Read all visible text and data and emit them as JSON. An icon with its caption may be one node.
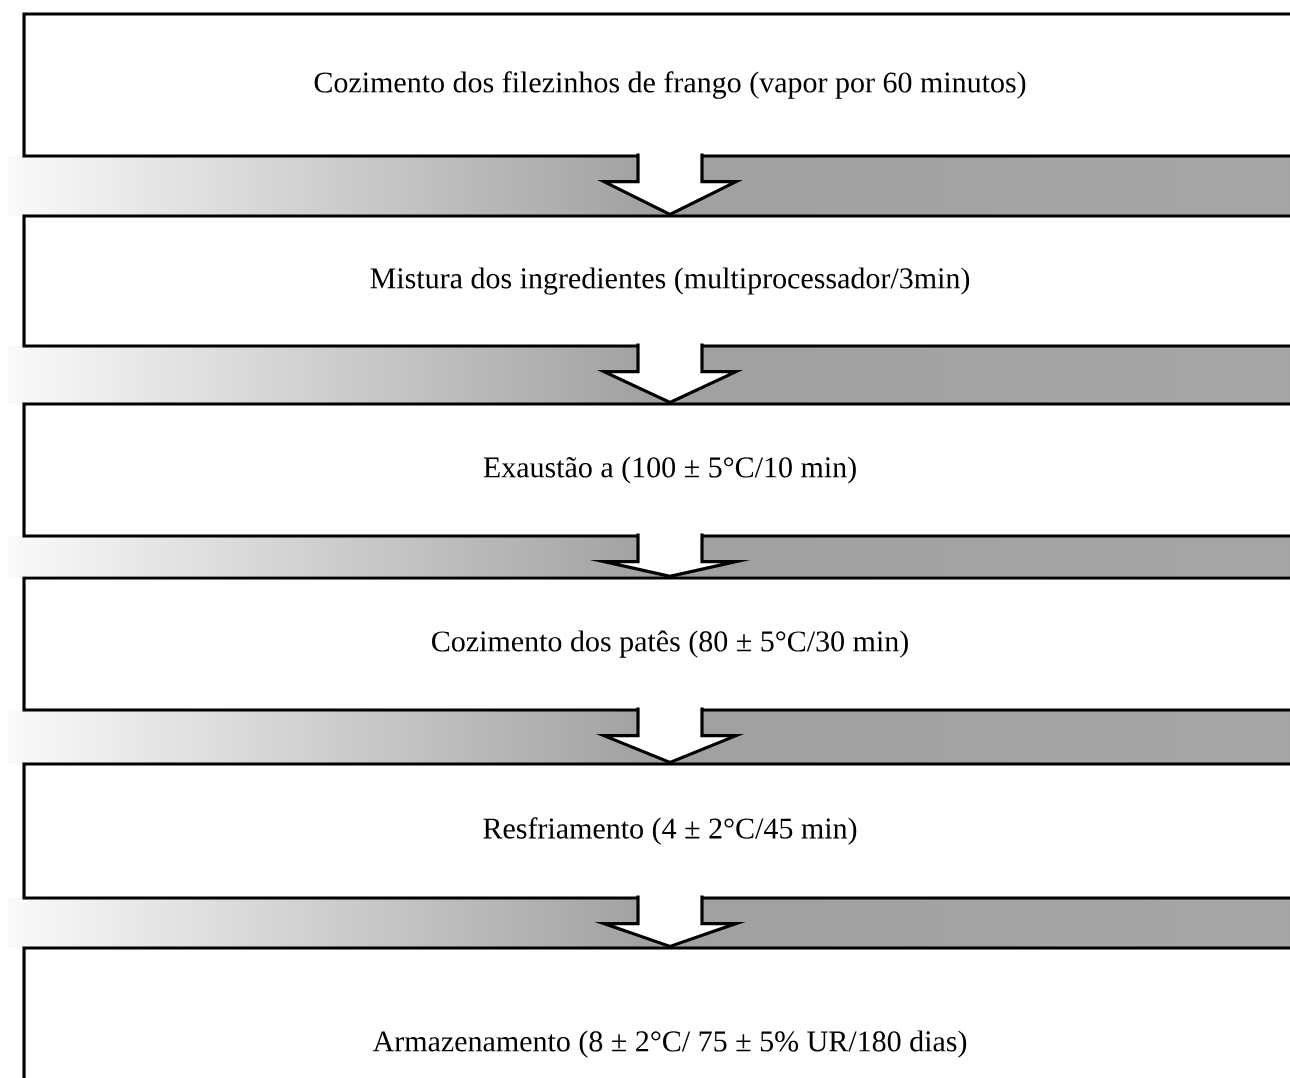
{
  "diagram": {
    "nodes": [
      {
        "text": [
          "Cozimento dos filezinhos de frango (vapor por 60 minutos)"
        ]
      },
      {
        "text": [
          "Mistura dos ingredientes (multiprocessador/3min)"
        ]
      },
      {
        "text": [
          "Exaustão a (100 ± 5°C/10 min)"
        ]
      },
      {
        "text": [
          "Cozimento  dos  patês (80 ± 5°C/30 min)"
        ]
      },
      {
        "text": [
          "Resfriamento (4 ± 2°C/45 min)"
        ]
      },
      {
        "text": [
          "Armazenamento (8 ± 2°C/ 75 ± 5% UR/180 dias)"
        ]
      }
    ],
    "edges": [
      {
        "from": 0,
        "to": 1,
        "arrow": "to"
      },
      {
        "from": 1,
        "to": 2,
        "arrow": "to"
      },
      {
        "from": 2,
        "to": 3,
        "arrow": "to"
      },
      {
        "from": 3,
        "to": 4,
        "arrow": "to"
      },
      {
        "from": 4,
        "to": 5,
        "arrow": "to"
      }
    ]
  }
}
